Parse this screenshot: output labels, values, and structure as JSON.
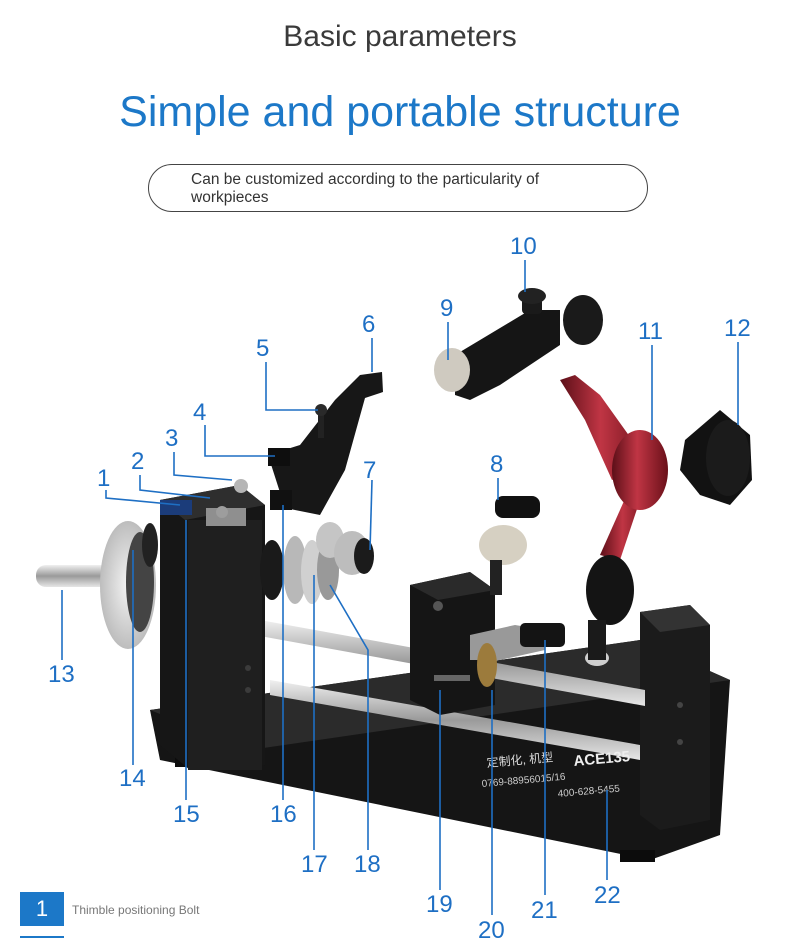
{
  "header": {
    "subtitle": "Basic parameters",
    "headline": "Simple and portable structure",
    "note": "Can be customized according to the particularity of workpieces"
  },
  "device": {
    "label_model": "ACE135",
    "label_line1": "定制化, 机型",
    "label_line2": "0769-88956015/16",
    "label_line3": "400-628-5455"
  },
  "callouts": [
    "1",
    "2",
    "3",
    "4",
    "5",
    "6",
    "7",
    "8",
    "9",
    "10",
    "11",
    "12",
    "13",
    "14",
    "15",
    "16",
    "17",
    "18",
    "19",
    "20",
    "21",
    "22"
  ],
  "legend": {
    "number": "1",
    "text": "Thimble positioning Bolt"
  },
  "colors": {
    "accent": "#1c78c8",
    "arm_red": "#8e1f2c",
    "metal_dark": "#1a1a1a"
  }
}
